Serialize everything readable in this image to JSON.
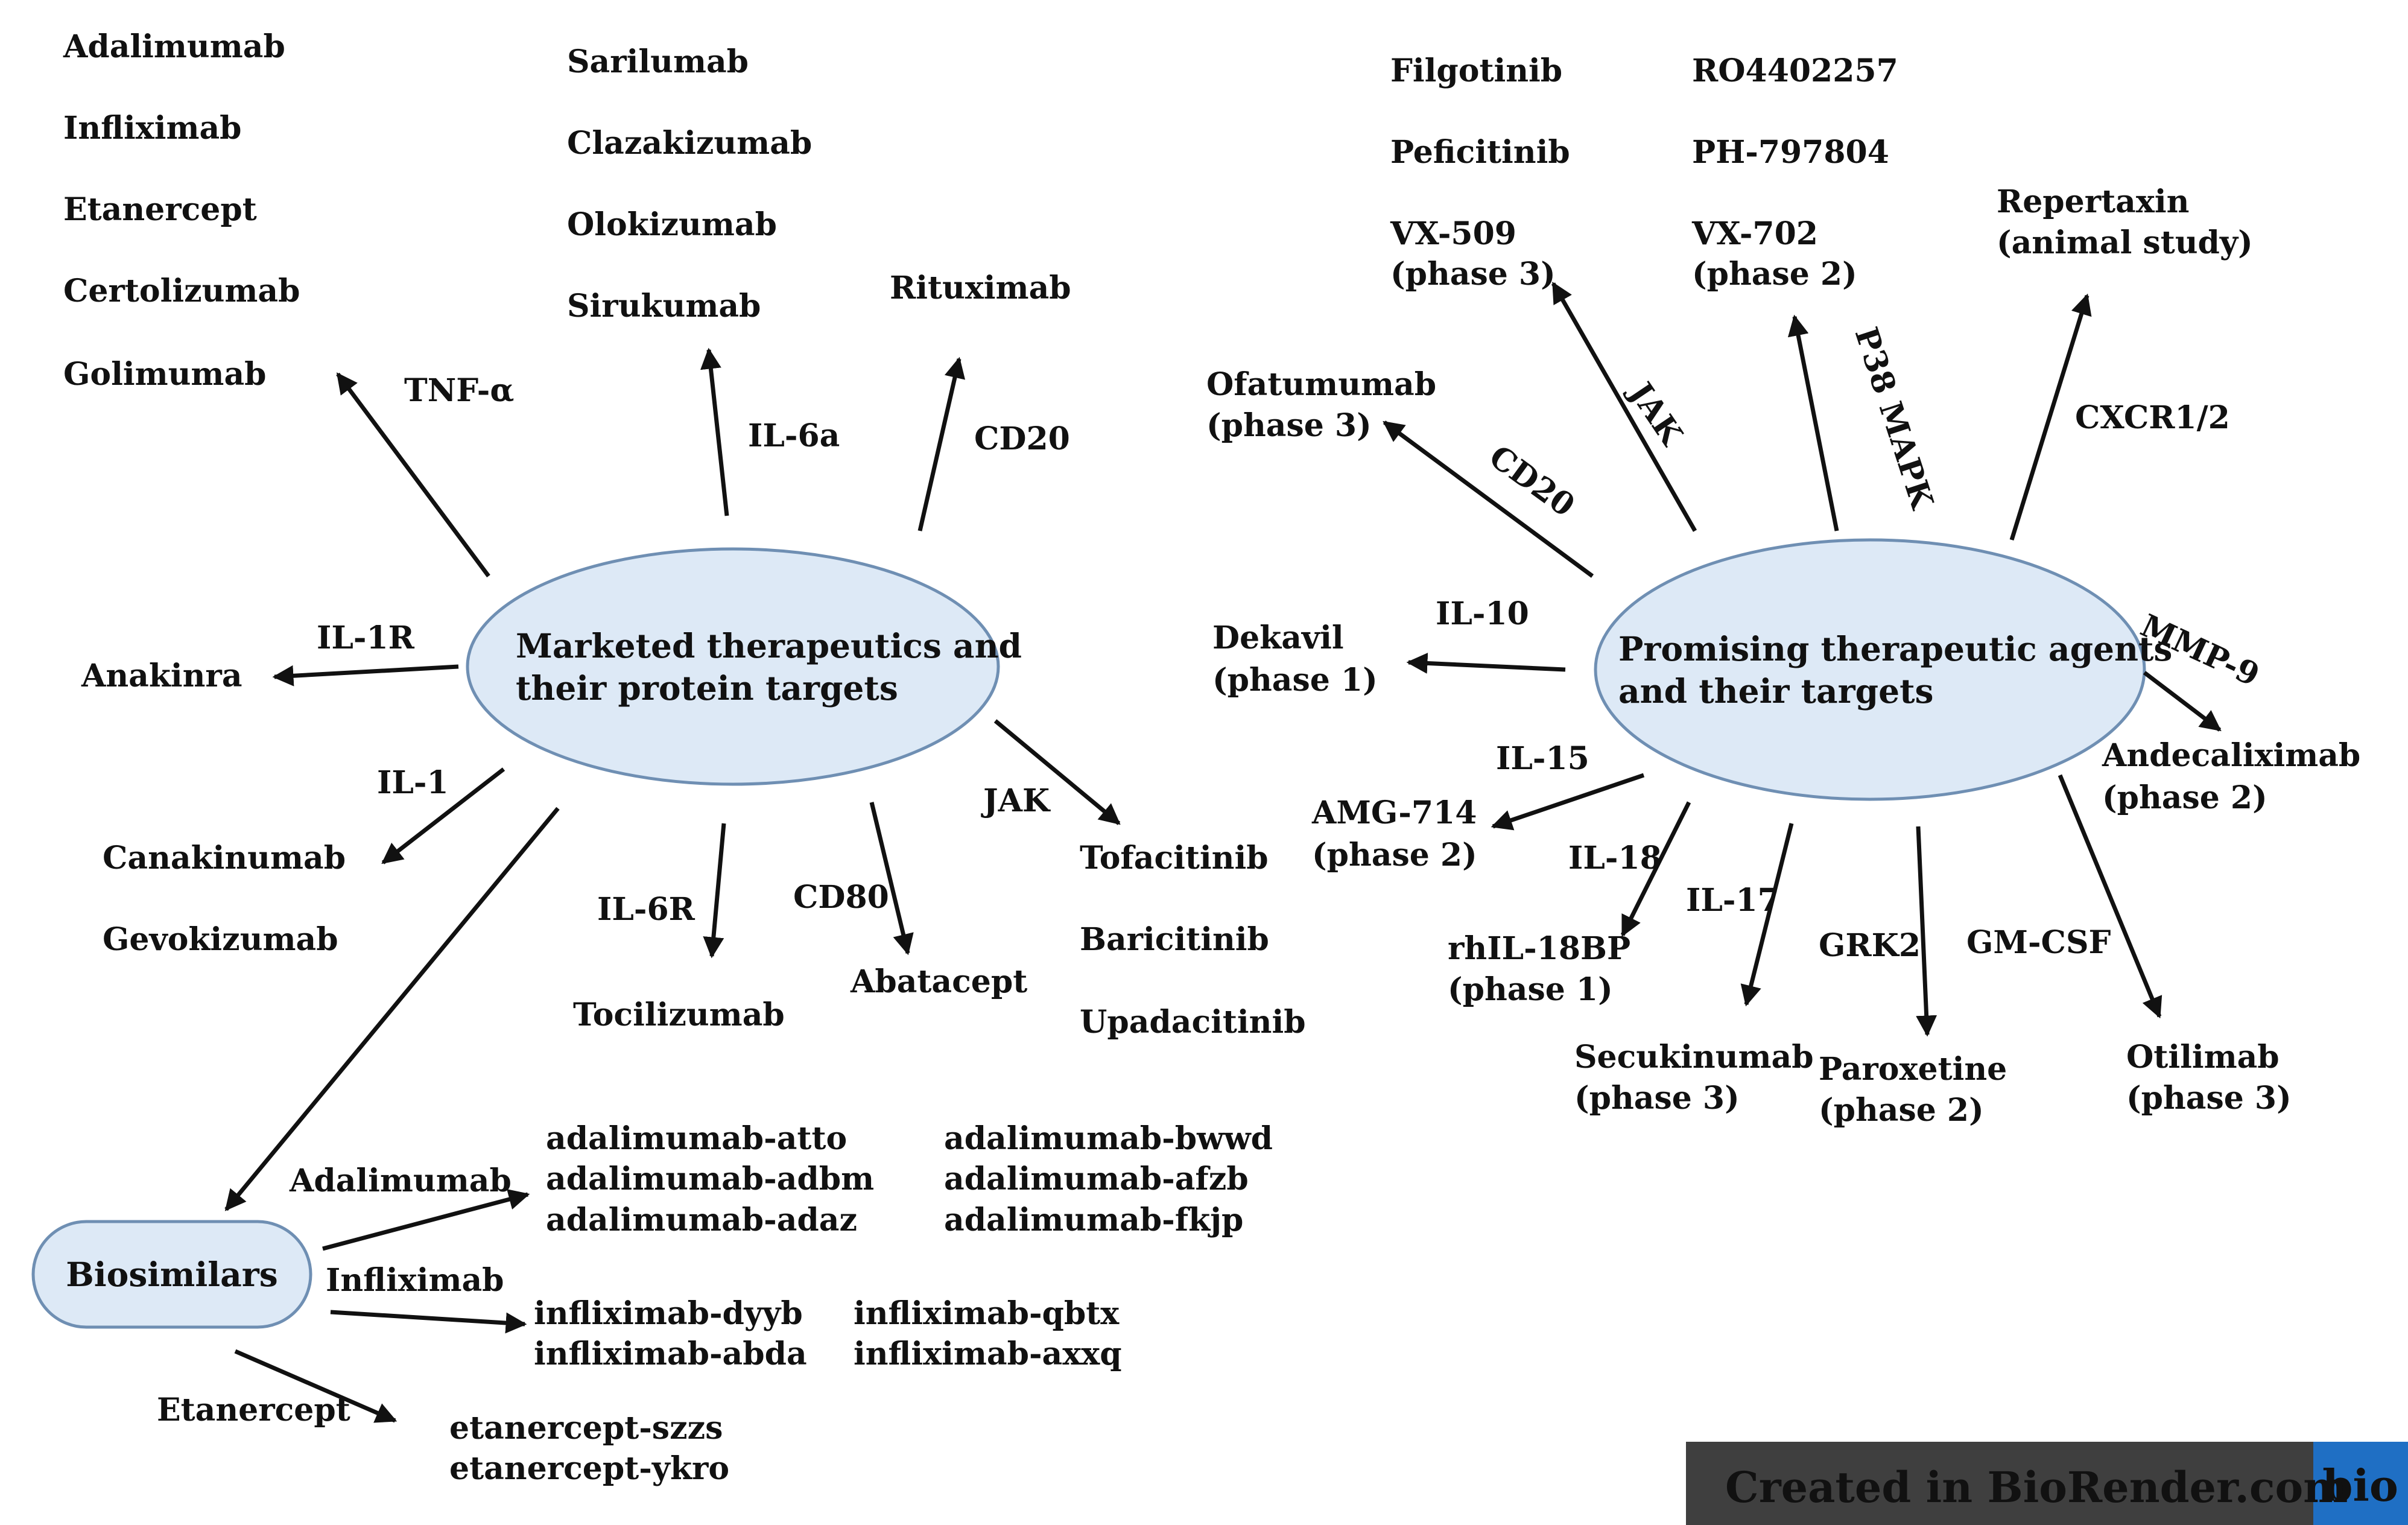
{
  "nodes": {
    "marketed": [
      "Marketed therapeutics and",
      "their protein targets"
    ],
    "promising": [
      "Promising therapeutic agents",
      "and their targets"
    ],
    "biosimilars": "Biosimilars"
  },
  "marketed_groups": {
    "tnf": {
      "target": "TNF-α",
      "drugs": [
        "Adalimumab",
        "Infliximab",
        "Etanercept",
        "Certolizumab",
        "Golimumab"
      ]
    },
    "il6a": {
      "target": "IL-6a",
      "drugs": [
        "Sarilumab",
        "Clazakizumab",
        "Olokizumab",
        "Sirukumab"
      ]
    },
    "cd20": {
      "target": "CD20",
      "drugs": [
        "Rituximab"
      ]
    },
    "il1r": {
      "target": "IL-1R",
      "drugs": [
        "Anakinra"
      ]
    },
    "il1": {
      "target": "IL-1",
      "drugs": [
        "Canakinumab",
        "Gevokizumab"
      ]
    },
    "il6r": {
      "target": "IL-6R",
      "drugs": [
        "Tocilizumab"
      ]
    },
    "cd80": {
      "target": "CD80",
      "drugs": [
        "Abatacept"
      ]
    },
    "jak": {
      "target": "JAK",
      "drugs": [
        "Tofacitinib",
        "Baricitinib",
        "Upadacitinib"
      ]
    }
  },
  "biosimilar_groups": {
    "adalimumab": {
      "label": "Adalimumab",
      "col1": [
        "adalimumab-atto",
        "adalimumab-adbm",
        "adalimumab-adaz"
      ],
      "col2": [
        "adalimumab-bwwd",
        "adalimumab-afzb",
        "adalimumab-fkjp"
      ]
    },
    "infliximab": {
      "label": "Infliximab",
      "col1": [
        "infliximab-dyyb",
        "infliximab-abda"
      ],
      "col2": [
        "infliximab-qbtx",
        "infliximab-axxq"
      ]
    },
    "etanercept": {
      "label": "Etanercept",
      "col1": [
        "etanercept-szzs",
        "etanercept-ykro"
      ]
    }
  },
  "promising_groups": {
    "jak": {
      "target": "JAK",
      "drugs_col1": [
        "Filgotinib",
        "Peficitinib"
      ],
      "main": [
        "VX-509",
        "(phase 3)"
      ]
    },
    "p38": {
      "target": "P38 MAPK",
      "drugs_col1": [
        "RO4402257",
        "PH-797804"
      ],
      "main": [
        "VX-702",
        "(phase 2)"
      ]
    },
    "cxcr": {
      "target": "CXCR1/2",
      "main": [
        "Repertaxin",
        "(animal study)"
      ]
    },
    "cd20": {
      "target": "CD20",
      "main": [
        "Ofatumumab",
        "(phase 3)"
      ]
    },
    "il10": {
      "target": "IL-10",
      "main": [
        "Dekavil",
        "(phase 1)"
      ]
    },
    "mmp9": {
      "target": "MMP-9",
      "main": [
        "Andecaliximab",
        "(phase 2)"
      ]
    },
    "il15": {
      "target": "IL-15",
      "main": [
        "AMG-714",
        "(phase 2)"
      ]
    },
    "il18": {
      "target": "IL-18",
      "main": [
        "rhIL-18BP",
        "(phase 1)"
      ]
    },
    "il17": {
      "target": "IL-17",
      "main": [
        "Secukinumab",
        "(phase 3)"
      ]
    },
    "grk2": {
      "target": "GRK2",
      "main": [
        "Paroxetine",
        "(phase 2)"
      ]
    },
    "gmcsf": {
      "target": "GM-CSF",
      "main": [
        "Otilimab",
        "(phase 3)"
      ]
    }
  },
  "badge": {
    "prefix": "Created in ",
    "brand": "BioRender.com",
    "logo": "bio"
  },
  "colors": {
    "node_fill": "#dde9f6",
    "node_stroke": "#6f8fb3",
    "badge_bg": "#3f3f3f",
    "badge_logo": "#1f6fc4"
  }
}
